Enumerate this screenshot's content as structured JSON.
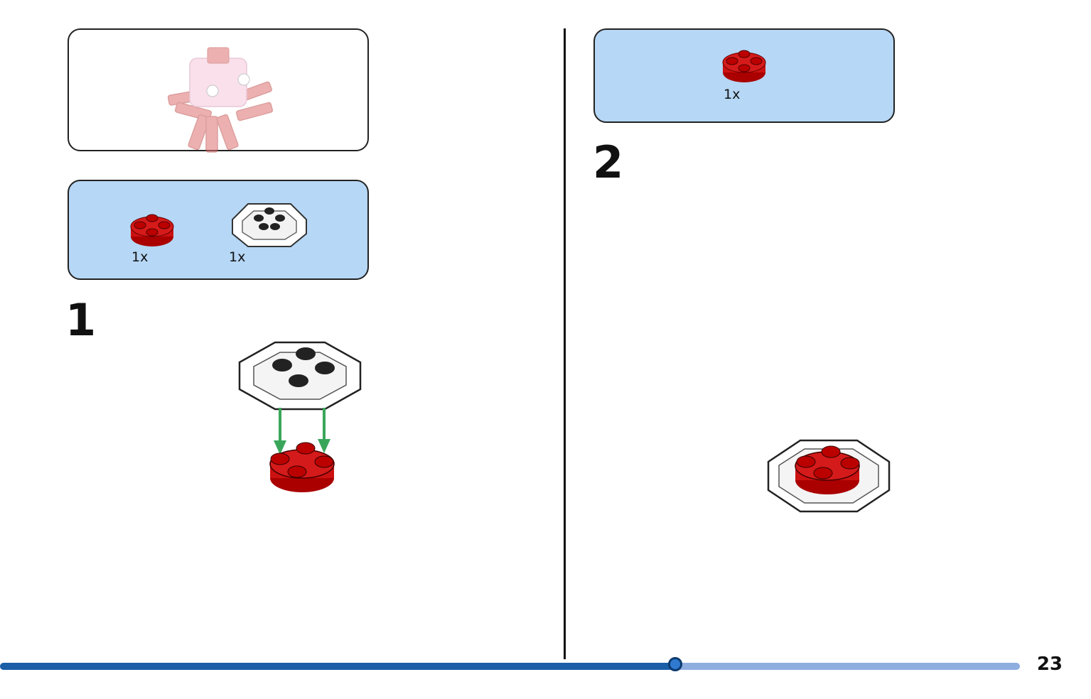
{
  "left_page": {
    "parts_list": [
      {
        "qty": "1x",
        "part": "red-round-plate-icon"
      },
      {
        "qty": "1x",
        "part": "white-octagon-frame-icon"
      }
    ],
    "step_number": "1"
  },
  "right_page": {
    "parts_list": [
      {
        "qty": "1x",
        "part": "red-round-plate-icon"
      }
    ],
    "step_number": "2"
  },
  "progress": {
    "fraction": 0.662
  },
  "page_number": "23",
  "colors": {
    "panel_blue": "#b6d7f5",
    "brick_red": "#cc1111",
    "arrow_green": "#3aa65a",
    "progress_dark": "#1a5ea8",
    "progress_light": "#8faee0"
  }
}
